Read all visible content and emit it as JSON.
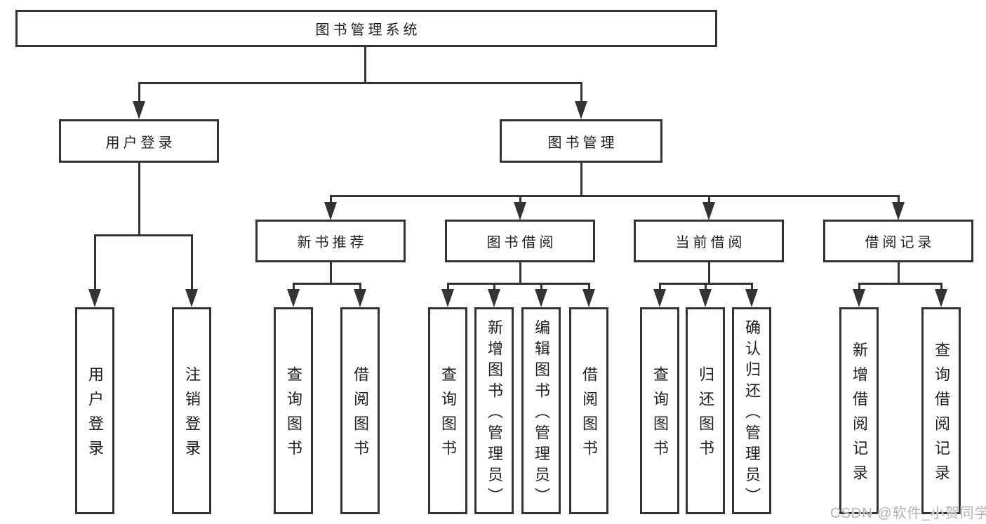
{
  "tree": {
    "root": "图书管理系统",
    "children": [
      {
        "label": "用户登录",
        "children": [
          "用户登录",
          "注销登录"
        ]
      },
      {
        "label": "图书管理",
        "children": [
          {
            "label": "新书推荐",
            "children": [
              "查询图书",
              "借阅图书"
            ]
          },
          {
            "label": "图书借阅",
            "children": [
              "查询图书",
              "新增图书（管理员）",
              "编辑图书（管理员）",
              "借阅图书"
            ]
          },
          {
            "label": "当前借阅",
            "children": [
              "查询图书",
              "归还图书",
              "确认归还（管理员）"
            ]
          },
          {
            "label": "借阅记录",
            "children": [
              "新增借阅记录",
              "查询借阅记录"
            ]
          }
        ]
      }
    ]
  },
  "watermark": "CSDN @软件_小贺同学",
  "colors": {
    "line": "#333333",
    "text": "#1f1f1f",
    "background": "#ffffff",
    "watermark": "#b3b3b3"
  }
}
